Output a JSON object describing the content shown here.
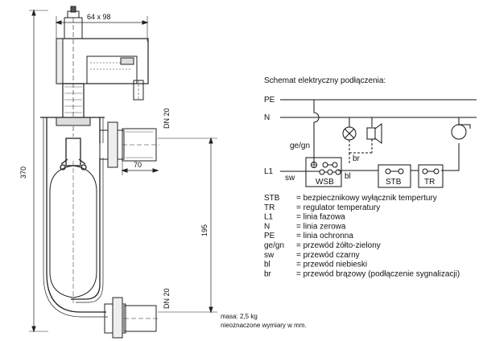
{
  "drawing": {
    "dims": {
      "top_width": "64 x 98",
      "total_height": "370",
      "upper_port": "DN 20",
      "lower_port": "DN 20",
      "offset": "70",
      "port_spacing": "195"
    },
    "notes": {
      "mass": "masa: 2,5 kg",
      "units": "nieoznaczone wymiary w mm."
    }
  },
  "schematic": {
    "title": "Schemat elektryczny podłączenia:",
    "rails": {
      "pe": "PE",
      "n": "N",
      "l1": "L1"
    },
    "wires": {
      "gegn": "ge/gn",
      "br": "br",
      "sw": "sw",
      "bl": "bl"
    },
    "boxes": {
      "wsb": "WSB",
      "stb": "STB",
      "tr": "TR"
    }
  },
  "legend": [
    {
      "key": "STB",
      "desc": "= bezpiecznikowy wyłącznik tempertury"
    },
    {
      "key": "TR",
      "desc": "= regulator temperatury"
    },
    {
      "key": "L1",
      "desc": "= linia fazowa"
    },
    {
      "key": "N",
      "desc": "= linia zerowa"
    },
    {
      "key": "PE",
      "desc": "= linia ochronna"
    },
    {
      "key": "ge/gn",
      "desc": "= przewód żółto-zielony"
    },
    {
      "key": "sw",
      "desc": "= przewód czarny"
    },
    {
      "key": "bl",
      "desc": "= przewód niebieski"
    },
    {
      "key": "br",
      "desc": "= przewód brązowy (podłączenie sygnalizacji)"
    }
  ]
}
